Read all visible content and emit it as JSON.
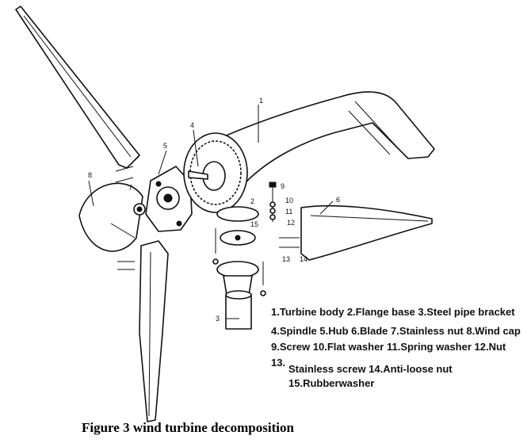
{
  "part_numbers": [
    "1",
    "2",
    "3",
    "4",
    "5",
    "6",
    "7",
    "8",
    "9",
    "10",
    "11",
    "12",
    "13",
    "14",
    "15"
  ],
  "legend": {
    "line1": "1.Turbine body  2.Flange base 3.Steel pipe bracket",
    "line2": "4.Spindle  5.Hub  6.Blade 7.Stainless nut 8.Wind cap",
    "line3": "9.Screw  10.Flat washer  11.Spring washer  12.Nut",
    "line4_prefix": "13.",
    "line4": "Stainless screw 14.Anti-loose nut",
    "line5": "15.Rubberwasher"
  },
  "caption": "Figure 3 wind turbine decomposition"
}
